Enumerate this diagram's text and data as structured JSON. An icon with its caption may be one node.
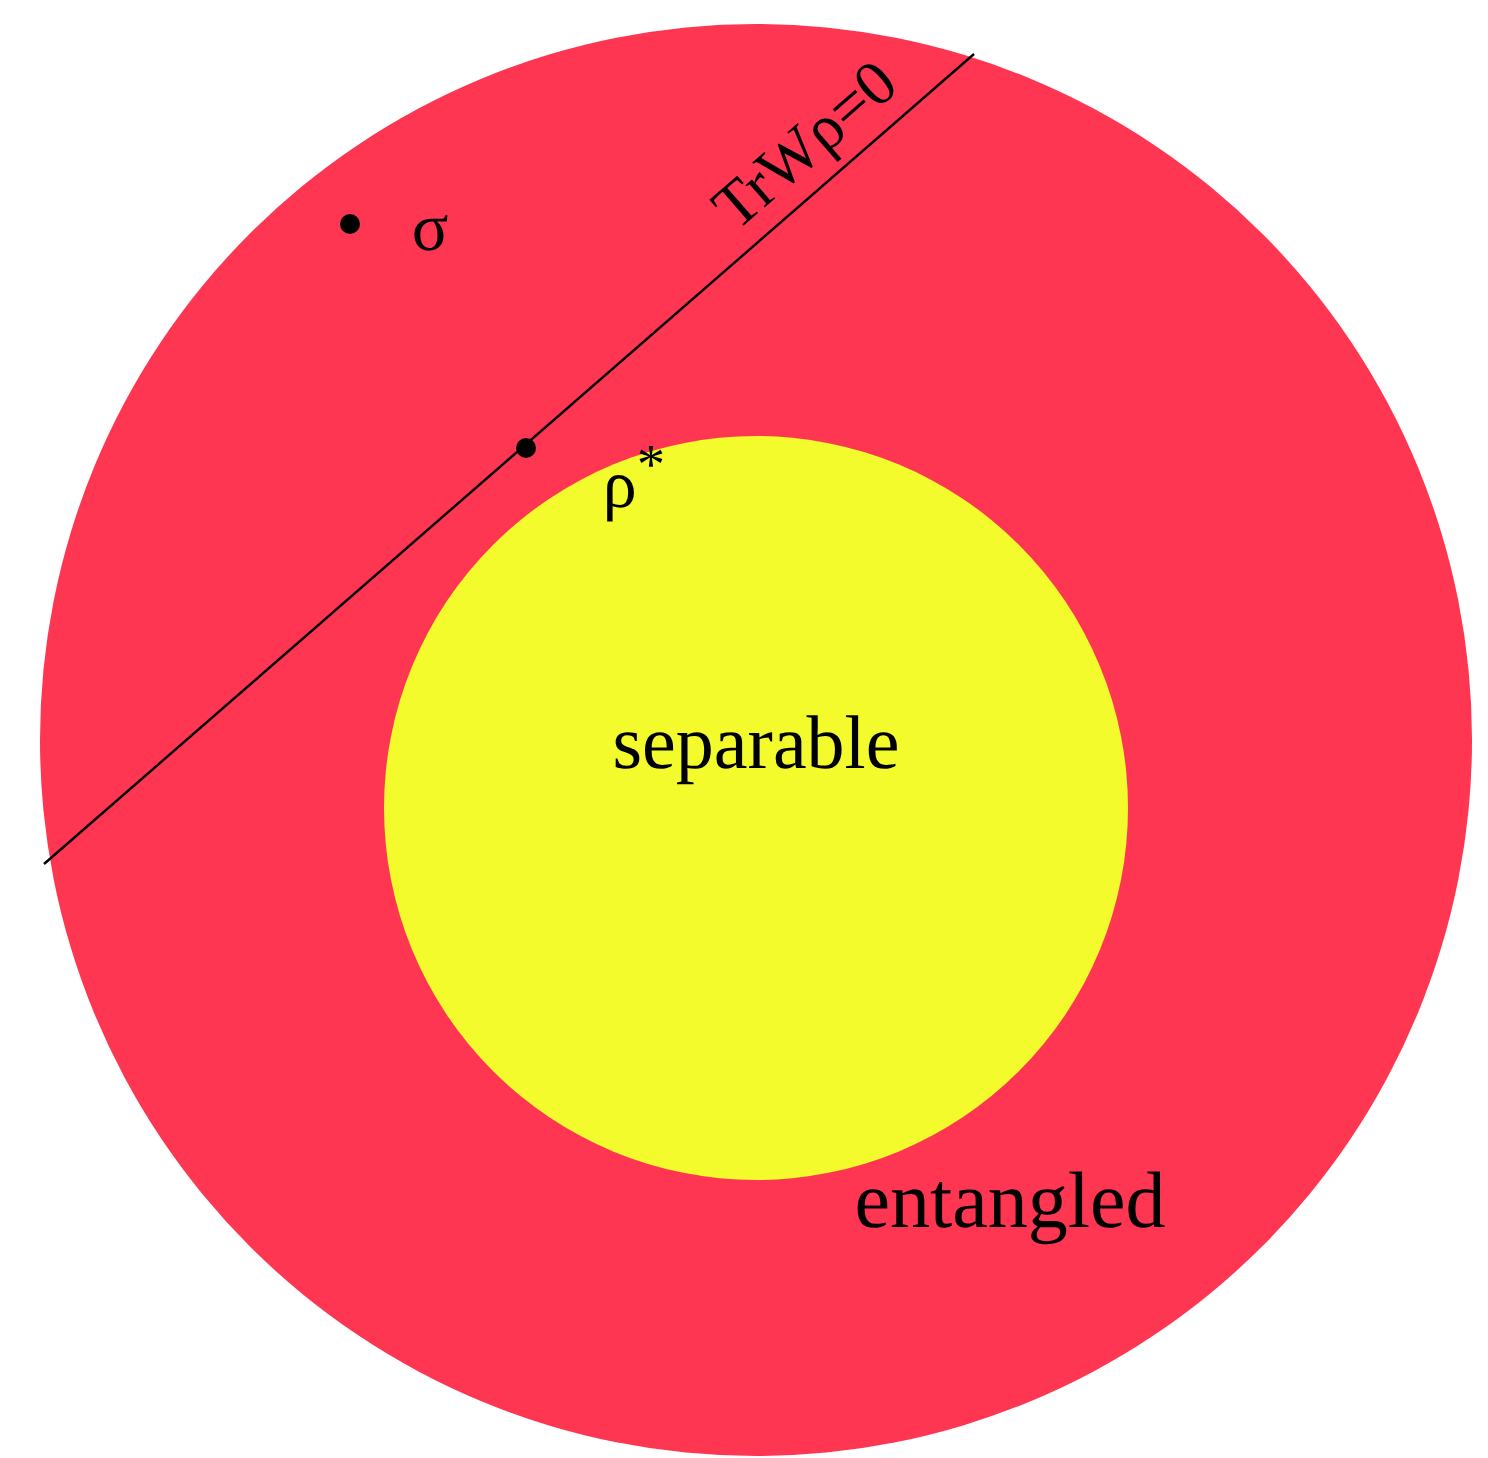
{
  "diagram": {
    "nodes": [
      {
        "text": [
          "entangled"
        ]
      },
      {
        "text": [
          "separable"
        ],
        "in": 0
      }
    ],
    "labels": [
      "σ",
      "TrWρ=0",
      "ρ$^{*}$"
    ]
  }
}
